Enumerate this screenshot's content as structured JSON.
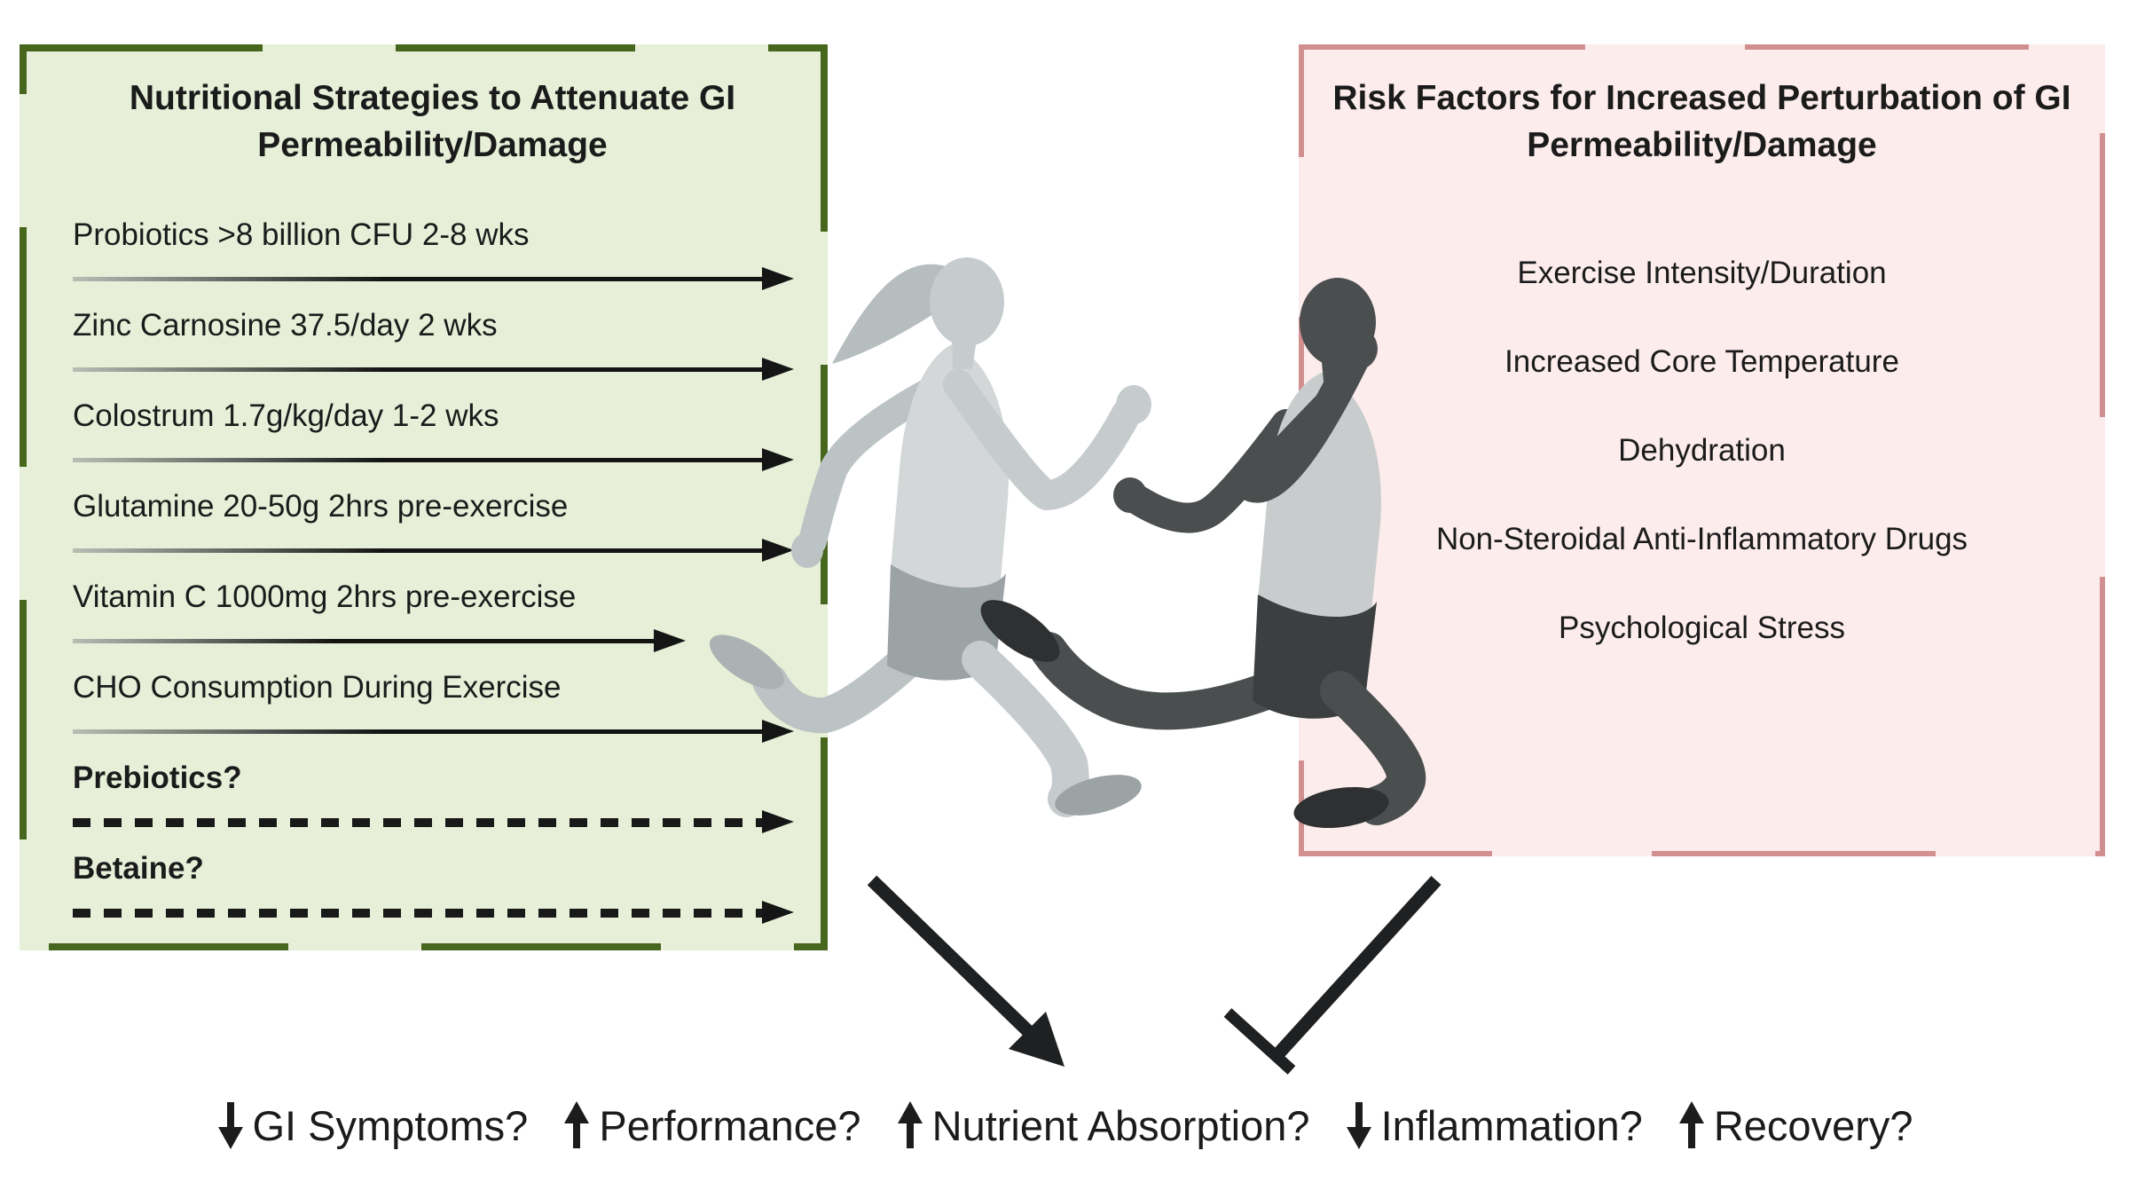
{
  "figure": {
    "left_panel": {
      "title_line1": "Nutritional Strategies to Attenuate GI",
      "title_line2": "Permeability/Damage",
      "bg_color": "#e7efd8",
      "border_color": "#47661e",
      "items": [
        {
          "label": "Probiotics >8 billion CFU 2-8 wks",
          "arrow": "solid"
        },
        {
          "label": "Zinc Carnosine 37.5/day 2 wks",
          "arrow": "solid"
        },
        {
          "label": "Colostrum 1.7g/kg/day 1-2 wks",
          "arrow": "solid"
        },
        {
          "label": "Glutamine 20-50g 2hrs pre-exercise",
          "arrow": "solid"
        },
        {
          "label": "Vitamin C 1000mg 2hrs pre-exercise",
          "arrow": "solid-short"
        },
        {
          "label": "CHO Consumption During Exercise",
          "arrow": "solid"
        },
        {
          "label": "Prebiotics?",
          "arrow": "dashed"
        },
        {
          "label": "Betaine?",
          "arrow": "dashed"
        }
      ]
    },
    "right_panel": {
      "title_line1": "Risk Factors for Increased Perturbation of GI",
      "title_line2": "Permeability/Damage",
      "bg_color": "#fcecec",
      "border_color": "#d28f8f",
      "items": [
        {
          "label": "Exercise Intensity/Duration"
        },
        {
          "label": "Increased Core Temperature"
        },
        {
          "label": "Dehydration"
        },
        {
          "label": "Non-Steroidal Anti-Inflammatory Drugs"
        },
        {
          "label": "Psychological Stress"
        }
      ]
    },
    "center": {
      "illustration": "two-runners-silhouette"
    },
    "relations": {
      "left_to_outcomes": "promotes-arrow",
      "right_to_outcomes": "inhibits-t-bar"
    },
    "outcomes": [
      {
        "direction": "down",
        "label": "GI Symptoms?"
      },
      {
        "direction": "up",
        "label": "Performance?"
      },
      {
        "direction": "up",
        "label": "Nutrient Absorption?"
      },
      {
        "direction": "down",
        "label": "Inflammation?"
      },
      {
        "direction": "up",
        "label": "Recovery?"
      }
    ]
  }
}
